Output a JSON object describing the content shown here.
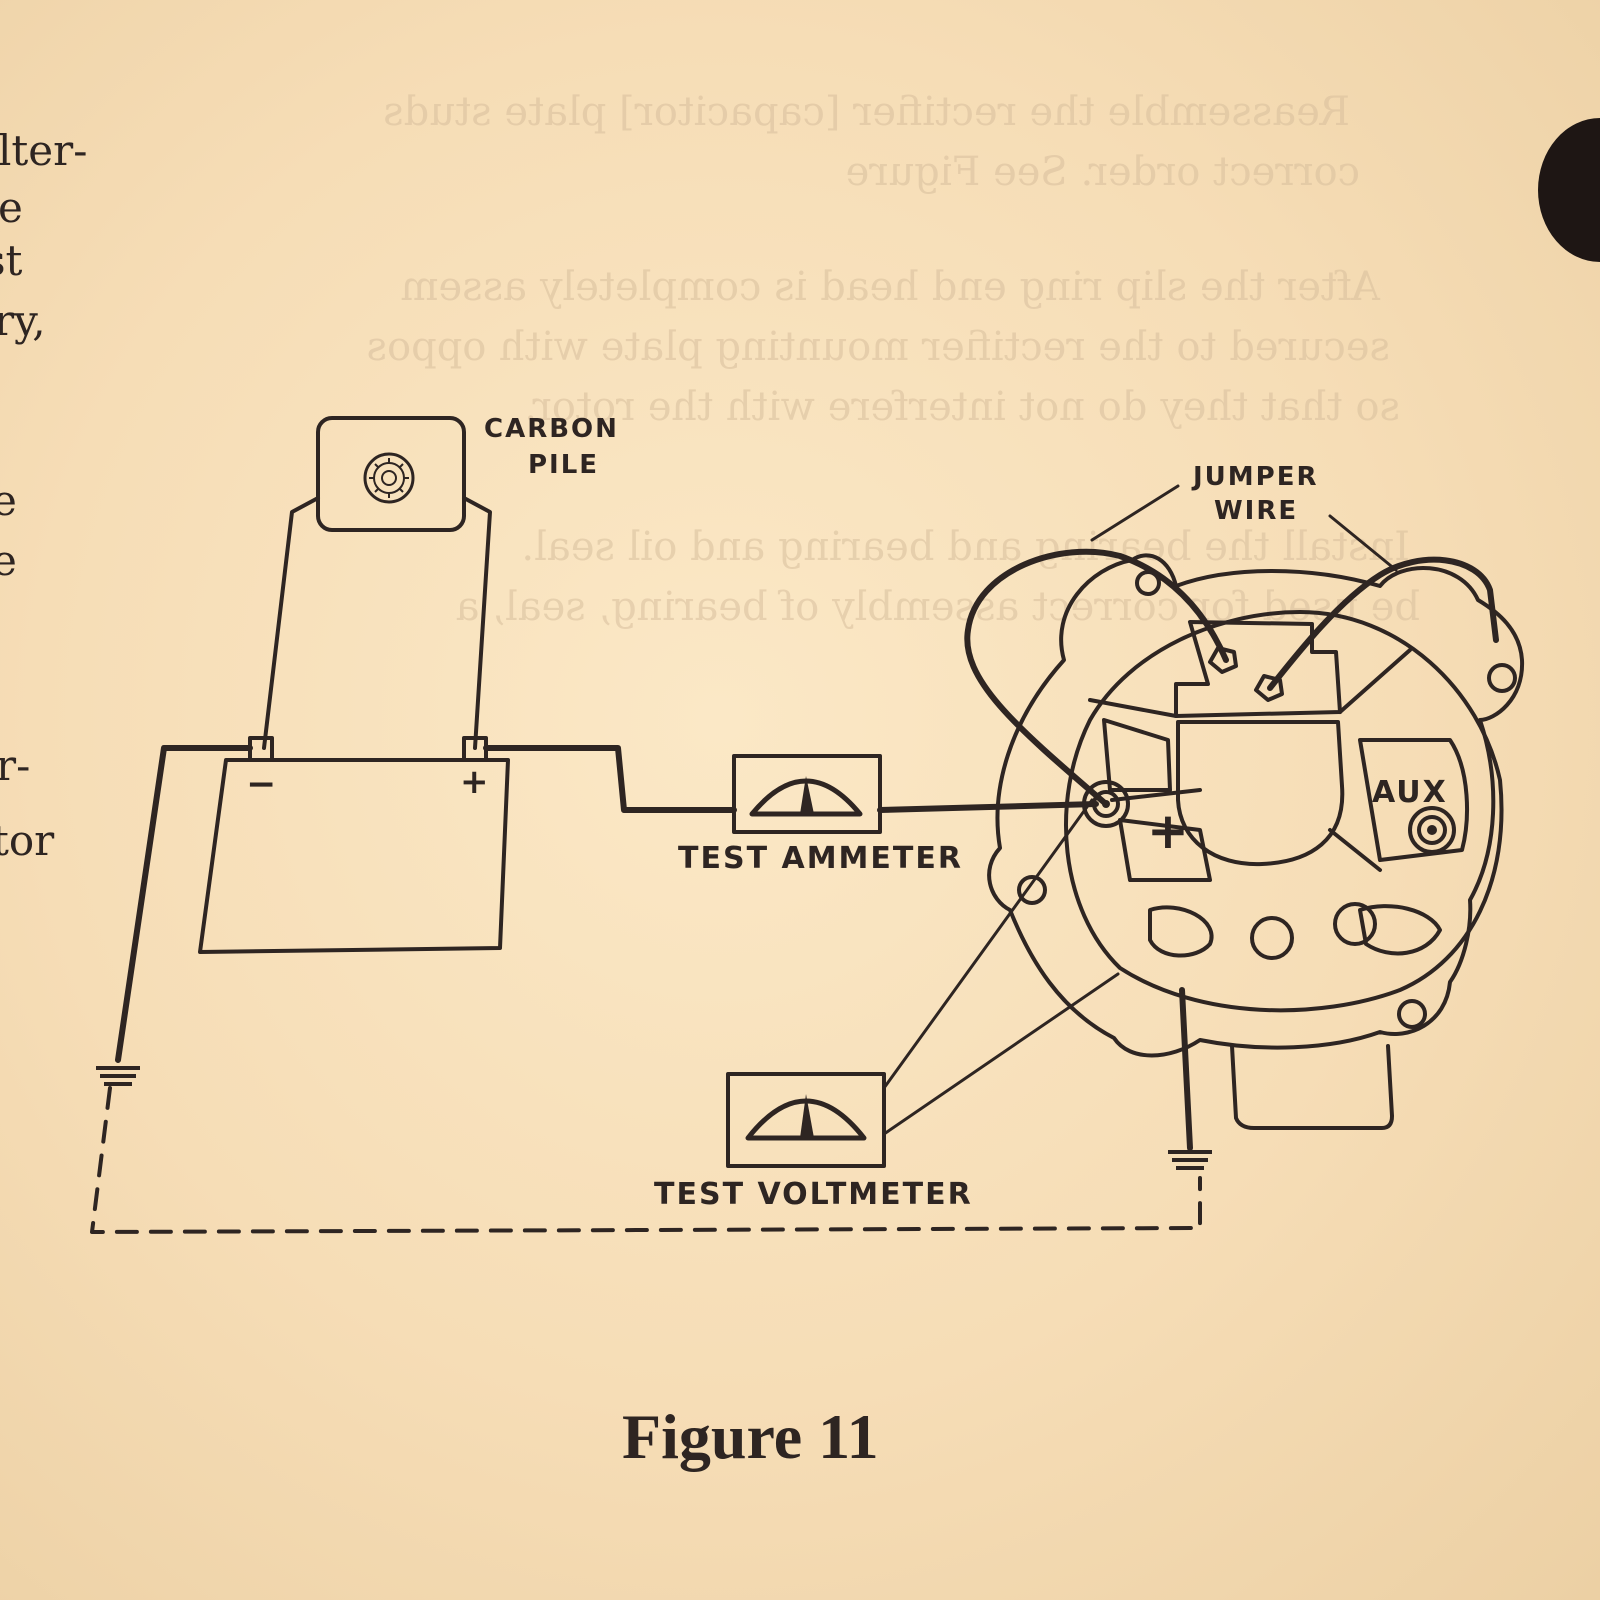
{
  "left_text_fragments": [
    "lter-",
    "e",
    "st",
    "ry,",
    "e",
    "e",
    "r-",
    "tor"
  ],
  "bleed_through_lines": [
    "Reassemble the rectifier [capacitor] plate studs",
    "correct order. See Figure",
    "After the slip ring end head is completely assem",
    "secured to the rectifier mounting plate with oppos",
    "so that they do not interfere with the rotor.",
    "Install the bearing and bearing and oil seal.",
    "be used for correct assembly of bearing, seal, a"
  ],
  "labels": {
    "carbon_pile_line1": "CARBON",
    "carbon_pile_line2": "PILE",
    "jumper_wire_line1": "JUMPER",
    "jumper_wire_line2": "WIRE",
    "test_ammeter": "TEST AMMETER",
    "test_voltmeter": "TEST VOLTMETER",
    "aux": "AUX",
    "battery_negative": "−",
    "battery_positive": "+",
    "alternator_positive": "+"
  },
  "caption": "Figure 11",
  "colors": {
    "ink": "#2e2522",
    "paper": "#f6ddb6"
  }
}
